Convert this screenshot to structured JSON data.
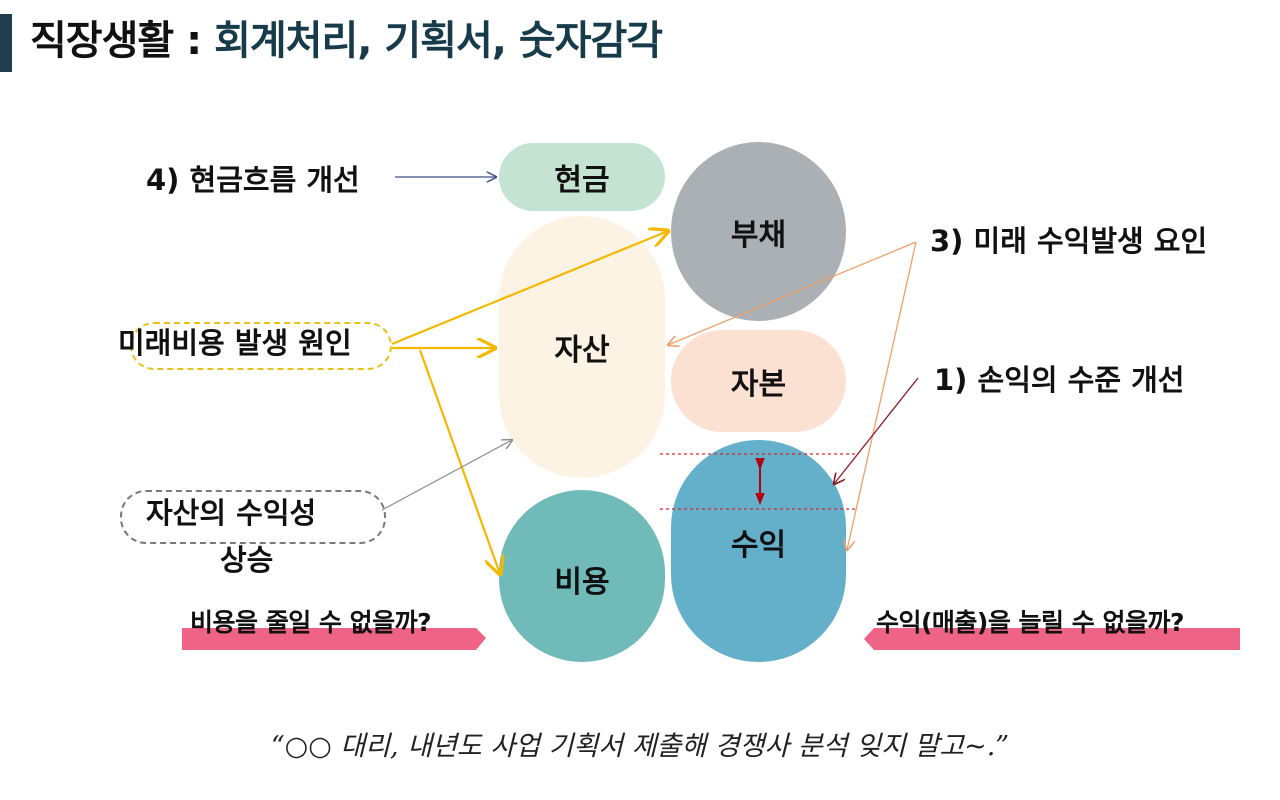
{
  "title": {
    "prefix": "직장생활 : ",
    "main": "회계처리, 기획서, 숫자감각"
  },
  "nodes": {
    "cash": "현금",
    "liability": "부채",
    "asset": "자산",
    "equity": "자본",
    "expense": "비용",
    "revenue": "수익"
  },
  "labels": {
    "cashflow": "4) 현금흐름 개선",
    "future_revenue": "3) 미래 수익발생 요인",
    "future_cost": "미래비용 발생 원인",
    "profit_level": "1) 손익의 수준 개선",
    "asset_profitability_line1": "자산의 수익성",
    "asset_profitability_line2": "상승"
  },
  "banners": {
    "reduce_cost": "비용을 줄일 수 없을까?",
    "increase_revenue": "수익(매출)을 늘릴 수 없을까?"
  },
  "quote": "“○○ 대리, 내년도 사업 기획서 제출해 경쟁사 분석 잊지 말고~.”",
  "colors": {
    "cash": "#c5e3d2",
    "liability": "#abb0b5",
    "asset": "#fdf3e4",
    "equity": "#fbe1d1",
    "expense": "#70bbb9",
    "revenue": "#64afca",
    "banner": "#ef6386",
    "yellow_arrow": "#f5b800",
    "orange_arrow": "#f0a06a",
    "red_arrow": "#b30012"
  }
}
